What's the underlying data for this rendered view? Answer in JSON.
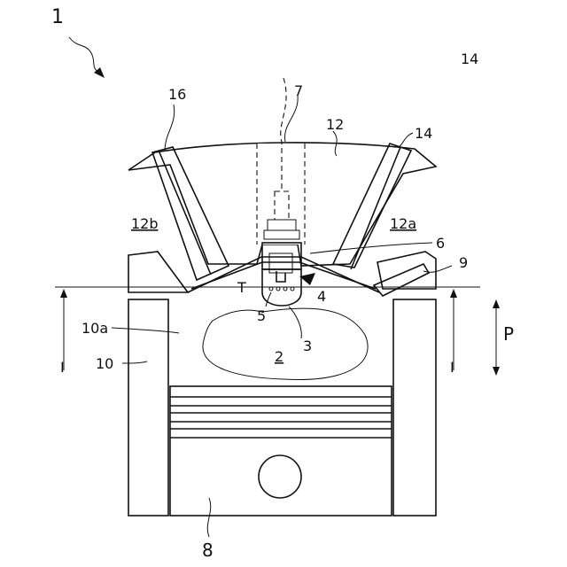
{
  "labels": {
    "fig": "1",
    "l14a": "14",
    "l14b": "14",
    "l16": "16",
    "l7": "7",
    "l12": "12",
    "l12a": "12a",
    "l12b": "12b",
    "l6": "6",
    "l9": "9",
    "lT": "T",
    "l4": "4",
    "l5": "5",
    "l3": "3",
    "l10a": "10a",
    "l10": "10",
    "l2": "2",
    "lIleft": "I",
    "lIright": "I",
    "lP": "P",
    "l8": "8"
  }
}
